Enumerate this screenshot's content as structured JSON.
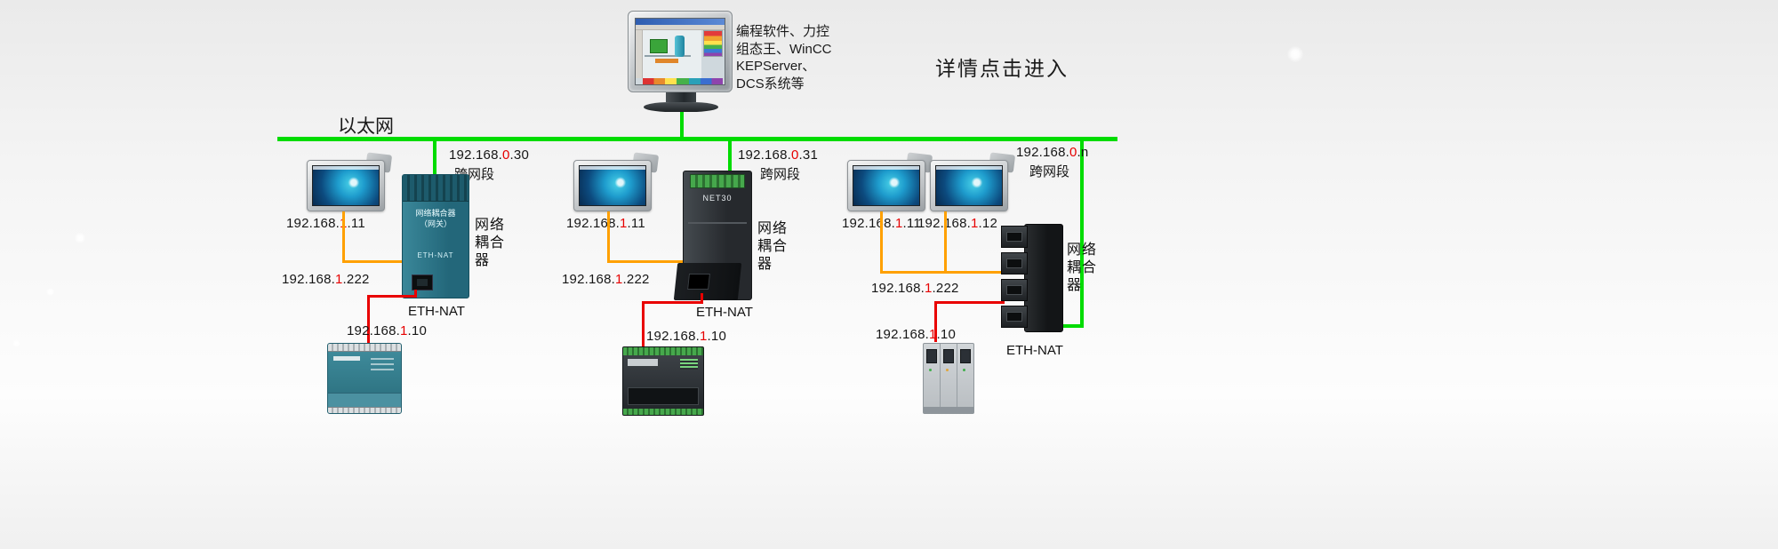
{
  "colors": {
    "ethernet_green": "#00dc00",
    "hmi_wire_orange": "#ffa000",
    "plc_wire_red": "#e90000",
    "ip_highlight_red": "#e60000"
  },
  "header": {
    "monitor_caption": [
      "编程软件、力控",
      "组态王、WinCC",
      "KEPServer、",
      "DCS系统等"
    ],
    "details_link": "详情点击进入",
    "ethernet_label": "以太网"
  },
  "groups": [
    {
      "cross_ip": {
        "prefix": "192.168.",
        "highlight": "0",
        "suffix": ".30"
      },
      "cross_tag": "跨网段",
      "hmi_ips": [
        {
          "prefix": "192.168.",
          "highlight": "1",
          "suffix": ".11"
        }
      ],
      "coupler_ip": {
        "prefix": "192.168.",
        "highlight": "1",
        "suffix": ".222"
      },
      "coupler_role": "网络耦合器",
      "coupler_model": "ETH-NAT",
      "plc_ip": {
        "prefix": "192.168.",
        "highlight": "1",
        "suffix": ".10"
      },
      "device_text": {
        "line1": "网络耦合器",
        "line2": "（网关）",
        "line3": "ETH-NAT"
      }
    },
    {
      "cross_ip": {
        "prefix": "192.168.",
        "highlight": "0",
        "suffix": ".31"
      },
      "cross_tag": "跨网段",
      "hmi_ips": [
        {
          "prefix": "192.168.",
          "highlight": "1",
          "suffix": ".11"
        }
      ],
      "coupler_ip": {
        "prefix": "192.168.",
        "highlight": "1",
        "suffix": ".222"
      },
      "coupler_role": "网络耦合器",
      "coupler_model": "ETH-NAT",
      "plc_ip": {
        "prefix": "192.168.",
        "highlight": "1",
        "suffix": ".10"
      },
      "device_text": {
        "line1": "NET30"
      }
    },
    {
      "cross_ip": {
        "prefix": "192.168.",
        "highlight": "0",
        "suffix": ".n"
      },
      "cross_tag": "跨网段",
      "hmi_ips": [
        {
          "prefix": "192.168.",
          "highlight": "1",
          "suffix": ".11"
        },
        {
          "prefix": "192.168.",
          "highlight": "1",
          "suffix": ".12"
        }
      ],
      "coupler_ip": {
        "prefix": "192.168.",
        "highlight": "1",
        "suffix": ".222"
      },
      "coupler_role": "网络耦合器",
      "coupler_model": "ETH-NAT",
      "plc_ip": {
        "prefix": "192.168.",
        "highlight": "1",
        "suffix": ".10"
      }
    }
  ]
}
